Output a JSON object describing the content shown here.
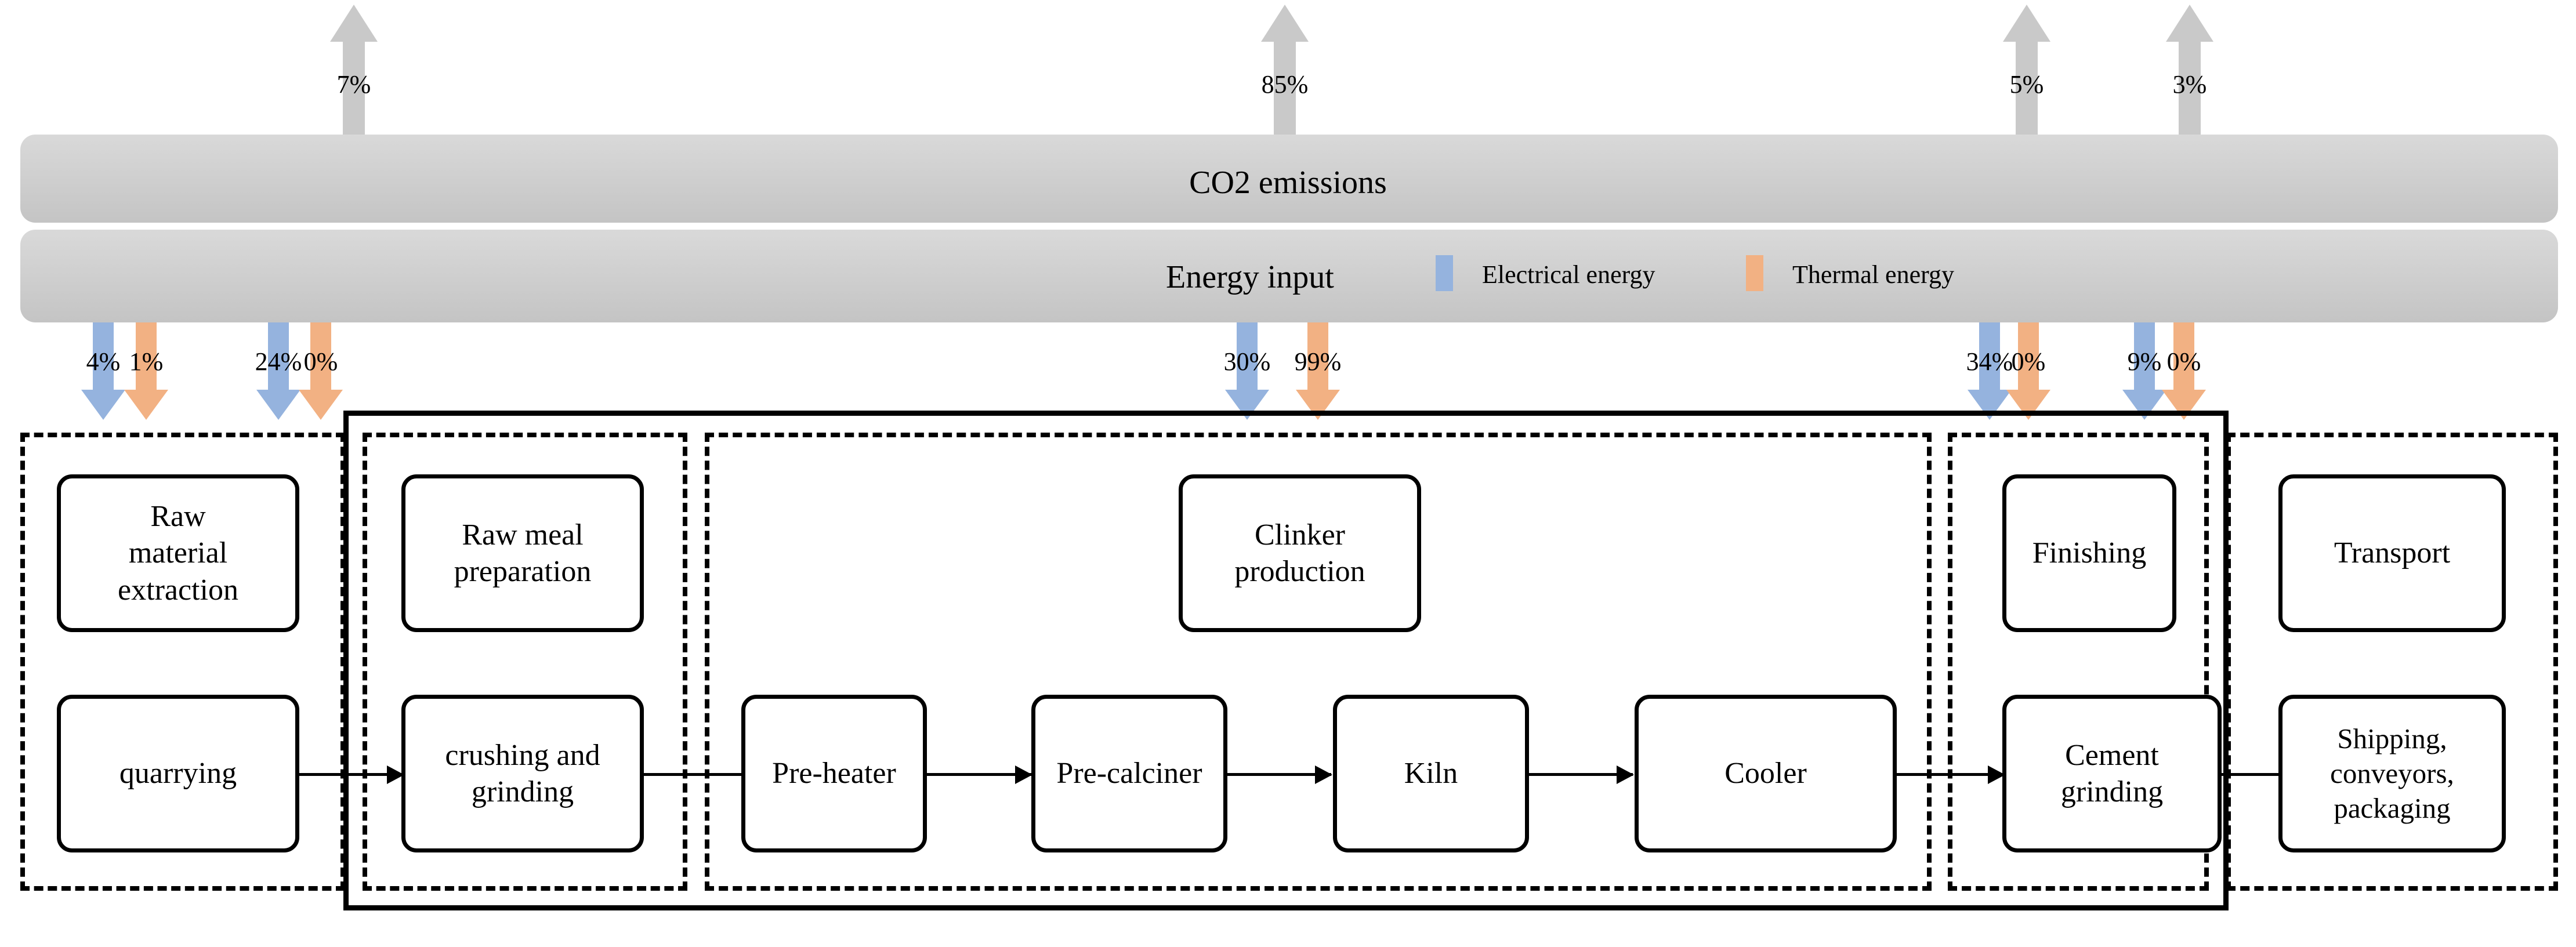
{
  "bars": {
    "co2": {
      "label": "CO2 emissions"
    },
    "energy": {
      "label": "Energy input"
    }
  },
  "legend": {
    "electrical": {
      "label": "Electrical energy",
      "color": "#95b3de"
    },
    "thermal": {
      "label": "Thermal energy",
      "color": "#f2b183"
    }
  },
  "co2_emissions": [
    {
      "stage": "raw-material-extraction",
      "value": "7%"
    },
    {
      "stage": "clinker-production",
      "value": "85%"
    },
    {
      "stage": "finishing",
      "value": "5%"
    },
    {
      "stage": "transport",
      "value": "3%"
    }
  ],
  "energy_inputs": [
    {
      "stage": "raw-material-extraction",
      "electrical": "4%",
      "thermal": "1%"
    },
    {
      "stage": "raw-meal-preparation",
      "electrical": "24%",
      "thermal": "0%"
    },
    {
      "stage": "clinker-production",
      "electrical": "30%",
      "thermal": "99%"
    },
    {
      "stage": "finishing",
      "electrical": "34%",
      "thermal": "0%"
    },
    {
      "stage": "transport",
      "electrical": "9%",
      "thermal": "0%"
    }
  ],
  "stages": [
    {
      "title": "Raw\nmaterial\nextraction",
      "process": "quarrying"
    },
    {
      "title": "Raw meal\npreparation",
      "process": "crushing and\ngrinding"
    },
    {
      "title": "Clinker\nproduction",
      "process": [
        "Pre-heater",
        "Pre-calciner",
        "Kiln",
        "Cooler"
      ]
    },
    {
      "title": "Finishing",
      "process": "Cement\ngrinding"
    },
    {
      "title": "Transport",
      "process": "Shipping,\nconveyors,\npackaging"
    }
  ],
  "boxes": {
    "raw_material_extraction_title": "Raw material extraction",
    "quarrying": "quarrying",
    "raw_meal_preparation_title": "Raw meal preparation",
    "crushing_and_grinding": "crushing and grinding",
    "clinker_production_title": "Clinker production",
    "pre_heater": "Pre-heater",
    "pre_calciner": "Pre-calciner",
    "kiln": "Kiln",
    "cooler": "Cooler",
    "finishing_title": "Finishing",
    "cement_grinding": "Cement grinding",
    "transport_title": "Transport",
    "shipping_conveyors_packaging": "Shipping, conveyors, packaging"
  },
  "colors": {
    "bar_grey": "#c9c9c9",
    "arrow_grey": "#c9c9c9",
    "electrical_blue": "#95b3de",
    "thermal_orange": "#f2b183",
    "outline": "#000000"
  }
}
